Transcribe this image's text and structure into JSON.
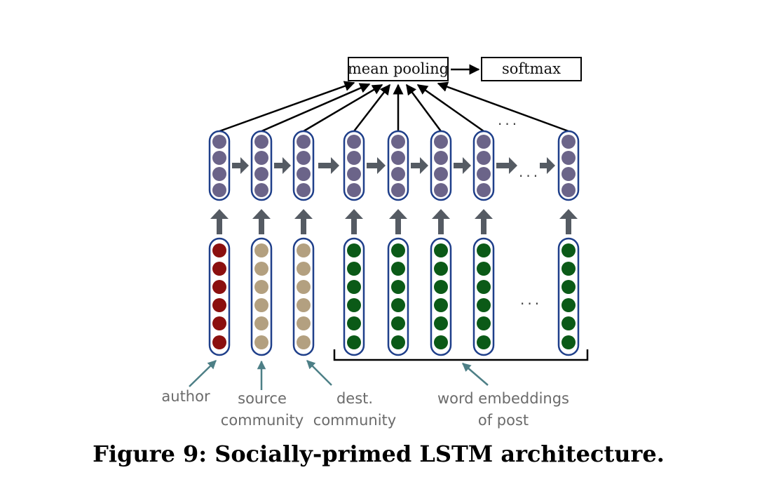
{
  "diagram": {
    "top_boxes": {
      "pooling_label": "mean pooling",
      "softmax_label": "softmax"
    },
    "ellipsis": "...",
    "annotations": {
      "author": "author",
      "source_line1": "source",
      "source_line2": "community",
      "dest_line1": "dest.",
      "dest_line2": "community",
      "words_line1": "word embeddings",
      "words_line2": "of post"
    },
    "colors": {
      "hidden_cell": "#6b6489",
      "author_cell": "#8b0f0f",
      "community_cell": "#b3a080",
      "word_cell": "#0b5a17",
      "column_border": "#1f3f8a",
      "gray_arrow": "#555b63",
      "teal_arrow": "#4d7f86"
    },
    "input_columns": [
      {
        "kind": "author"
      },
      {
        "kind": "source community"
      },
      {
        "kind": "dest. community"
      },
      {
        "kind": "word"
      },
      {
        "kind": "word"
      },
      {
        "kind": "word"
      },
      {
        "kind": "word"
      },
      {
        "kind": "word"
      }
    ]
  },
  "caption": "Figure 9: Socially-primed LSTM architecture."
}
